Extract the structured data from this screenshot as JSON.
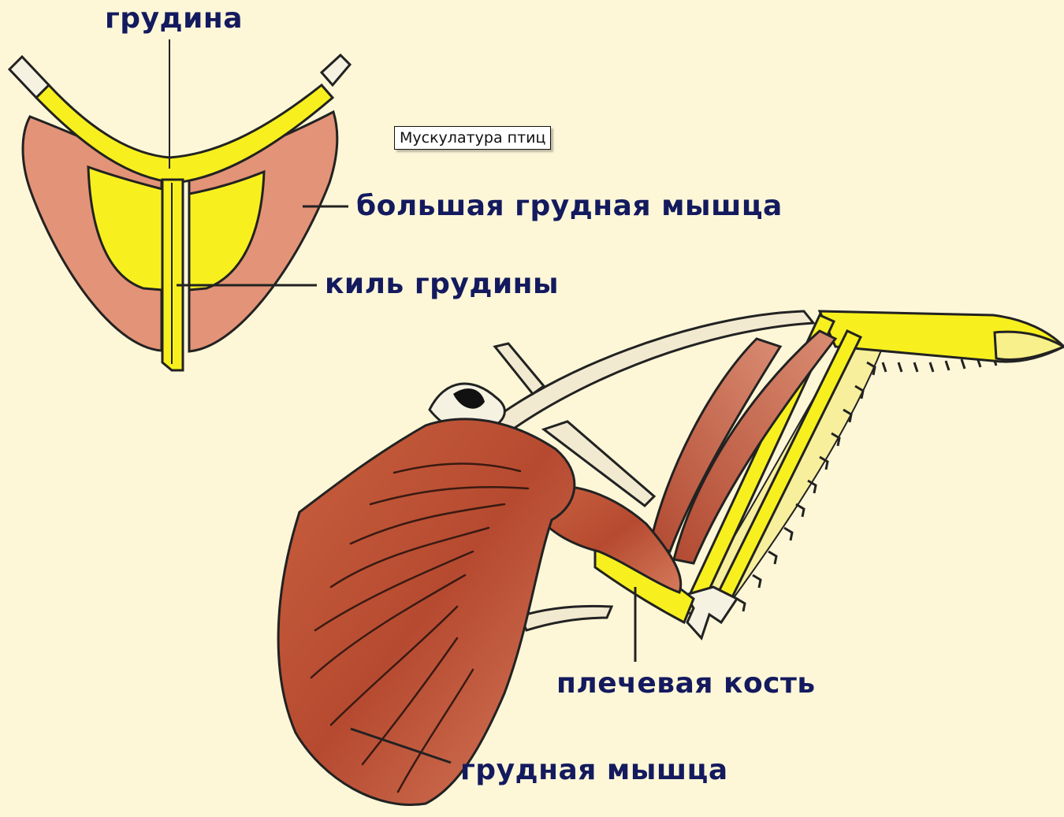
{
  "labels": {
    "sternum": "грудина",
    "pectoralis_major": "большая грудная мышца",
    "keel": "киль грудины",
    "humerus": "плечевая кость",
    "pectoral_muscle": "грудная мышца"
  },
  "tooltip": {
    "text": "Мускулатура птиц"
  },
  "colors": {
    "background": "#fdf7d8",
    "bone": "#f7f01e",
    "muscle_light": "#e39377",
    "muscle_dark": "#bf5236",
    "label_text": "#141a5e"
  }
}
